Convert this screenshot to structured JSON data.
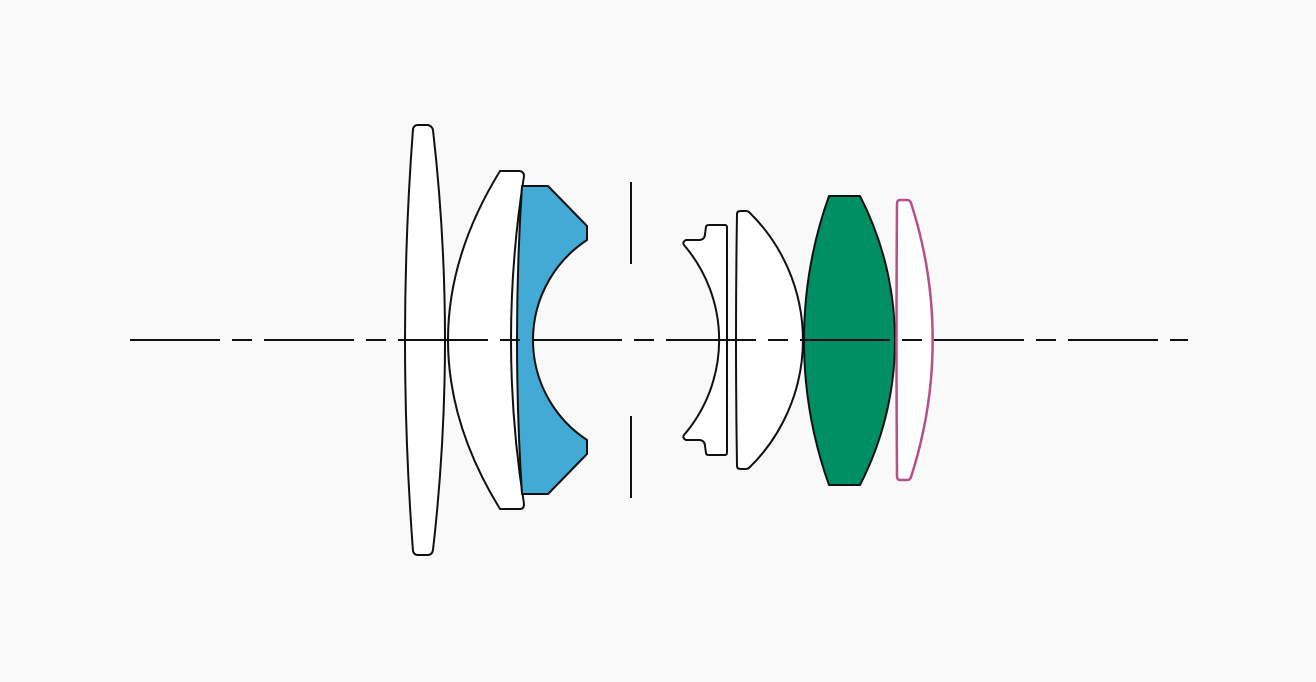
{
  "diagram": {
    "type": "lens-cross-section",
    "elements": [
      {
        "name": "element-1",
        "kind": "biconvex",
        "fill": "#ffffff",
        "stroke": "#111111"
      },
      {
        "name": "element-2",
        "kind": "positive-meniscus",
        "fill": "#ffffff",
        "stroke": "#111111"
      },
      {
        "name": "element-3",
        "kind": "negative-meniscus",
        "fill": "#43aad6",
        "stroke": "#111111"
      },
      {
        "name": "aperture-stop",
        "kind": "stop"
      },
      {
        "name": "element-4",
        "kind": "negative-meniscus",
        "fill": "#ffffff",
        "stroke": "#111111"
      },
      {
        "name": "element-5",
        "kind": "plano-convex",
        "fill": "#ffffff",
        "stroke": "#111111"
      },
      {
        "name": "element-6",
        "kind": "biconvex",
        "fill": "#008f63",
        "stroke": "#111111"
      },
      {
        "name": "element-7",
        "kind": "plano-convex",
        "fill": "#ffffff",
        "stroke": "#b5508a"
      }
    ],
    "background": "#f9f9f9"
  }
}
